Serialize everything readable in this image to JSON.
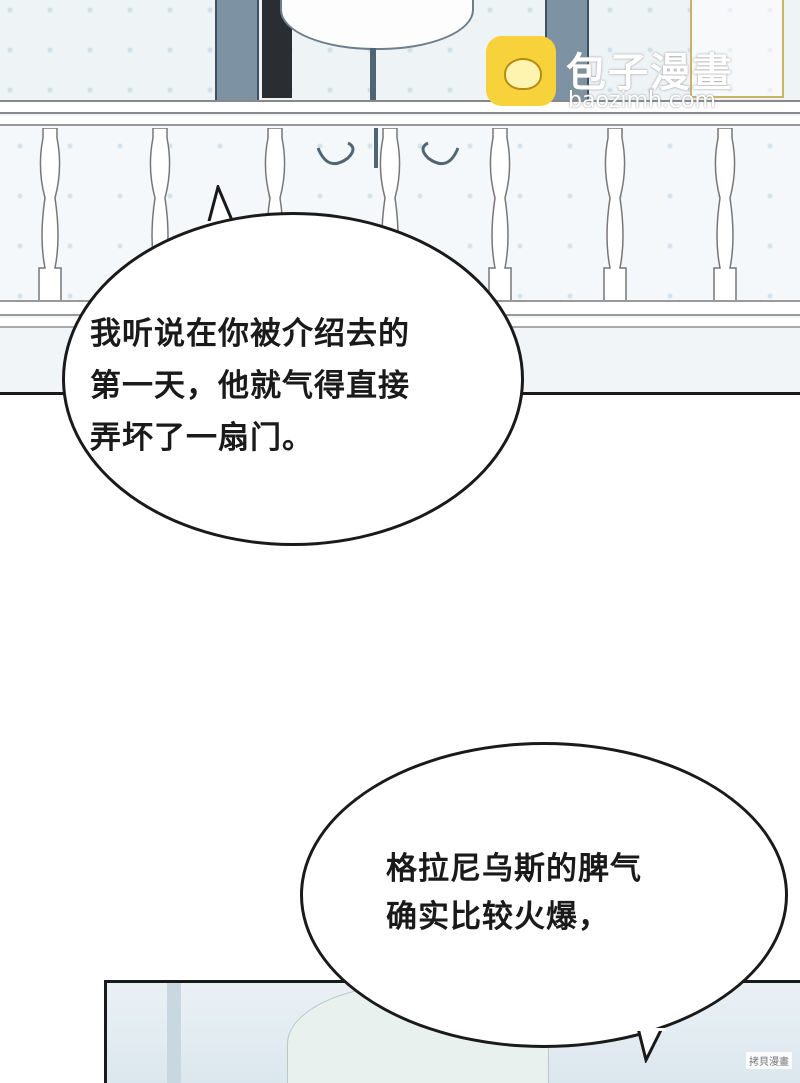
{
  "watermark": {
    "site_name": "包子漫畫",
    "site_url": "baozimh.com",
    "credit": "拷貝漫畫"
  },
  "bubbles": [
    {
      "lines": [
        "我听说在你被介绍去的",
        "第一天，他就气得直接",
        "弄坏了一扇门。"
      ]
    },
    {
      "lines": [
        "格拉尼乌斯的脾气",
        "确实比较火爆，"
      ]
    }
  ],
  "colors": {
    "ink": "#1a1a1a",
    "logo_yellow": "#f7d23a",
    "floor_tint": "#eef3f6"
  }
}
